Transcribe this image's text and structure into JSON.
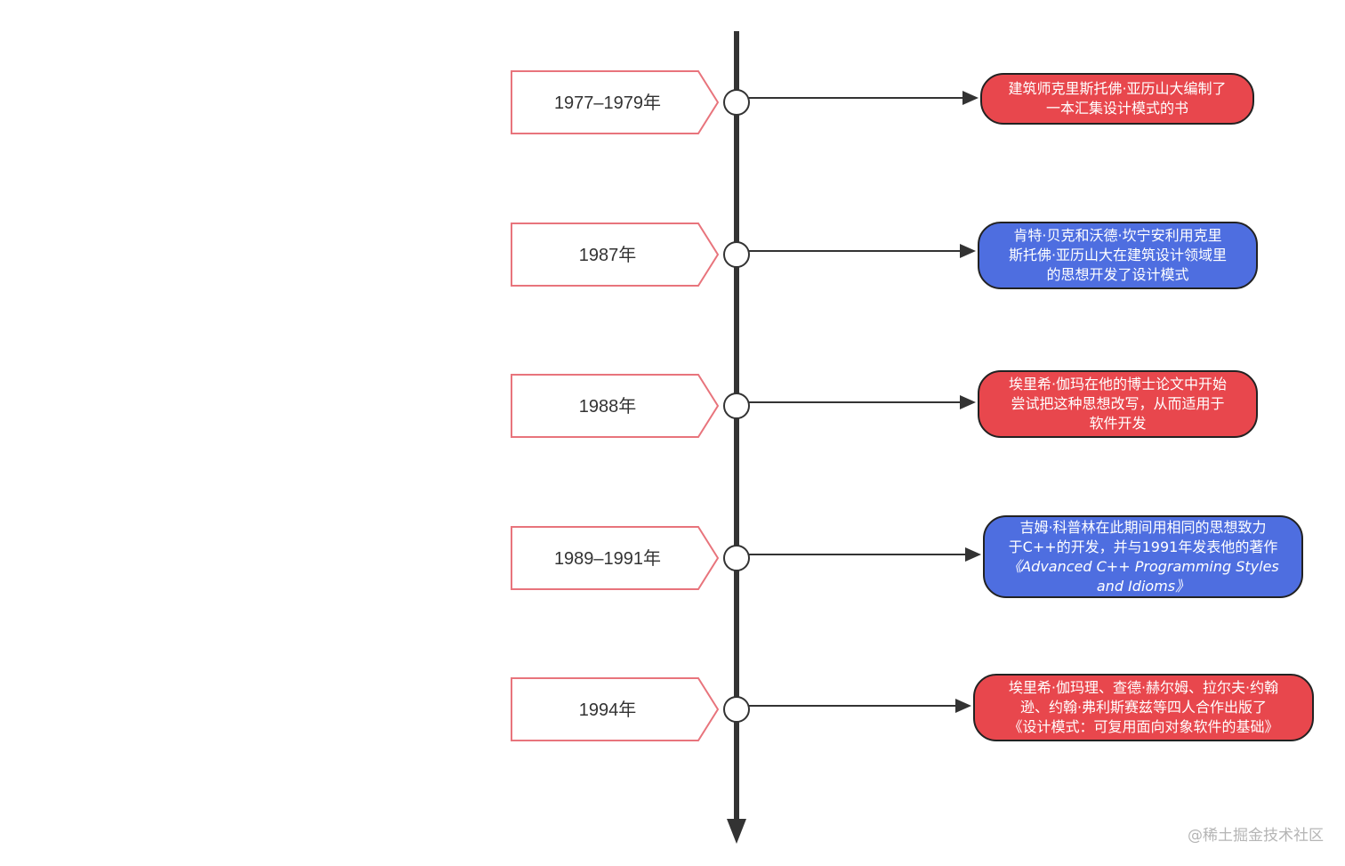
{
  "colors": {
    "red_box": "#e8474d",
    "blue_box": "#4e6ee0",
    "year_outline": "#e8747c",
    "axis": "#333333"
  },
  "timeline": [
    {
      "year": "1977–1979年",
      "color": "red",
      "lines": [
        "建筑师克里斯托佛·亚历山大编制了",
        "一本汇集设计模式的书"
      ]
    },
    {
      "year": "1987年",
      "color": "blue",
      "lines": [
        "肯特·贝克和沃德·坎宁安利用克里",
        "斯托佛·亚历山大在建筑设计领域里",
        "的思想开发了设计模式"
      ]
    },
    {
      "year": "1988年",
      "color": "red",
      "lines": [
        "埃里希·伽玛在他的博士论文中开始",
        "尝试把这种思想改写，从而适用于",
        "软件开发"
      ]
    },
    {
      "year": "1989–1991年",
      "color": "blue",
      "lines": [
        "吉姆·科普林在此期间用相同的思想致力",
        "于C++的开发，并与1991年发表他的著作",
        "《Advanced C++ Programming Styles",
        "and Idioms》"
      ]
    },
    {
      "year": "1994年",
      "color": "red",
      "lines": [
        "埃里希·伽玛理、查德·赫尔姆、拉尔夫·约翰",
        "逊、约翰·弗利斯赛兹等四人合作出版了",
        "《设计模式：可复用面向对象软件的基础》"
      ]
    }
  ],
  "watermark": "@稀土掘金技术社区"
}
